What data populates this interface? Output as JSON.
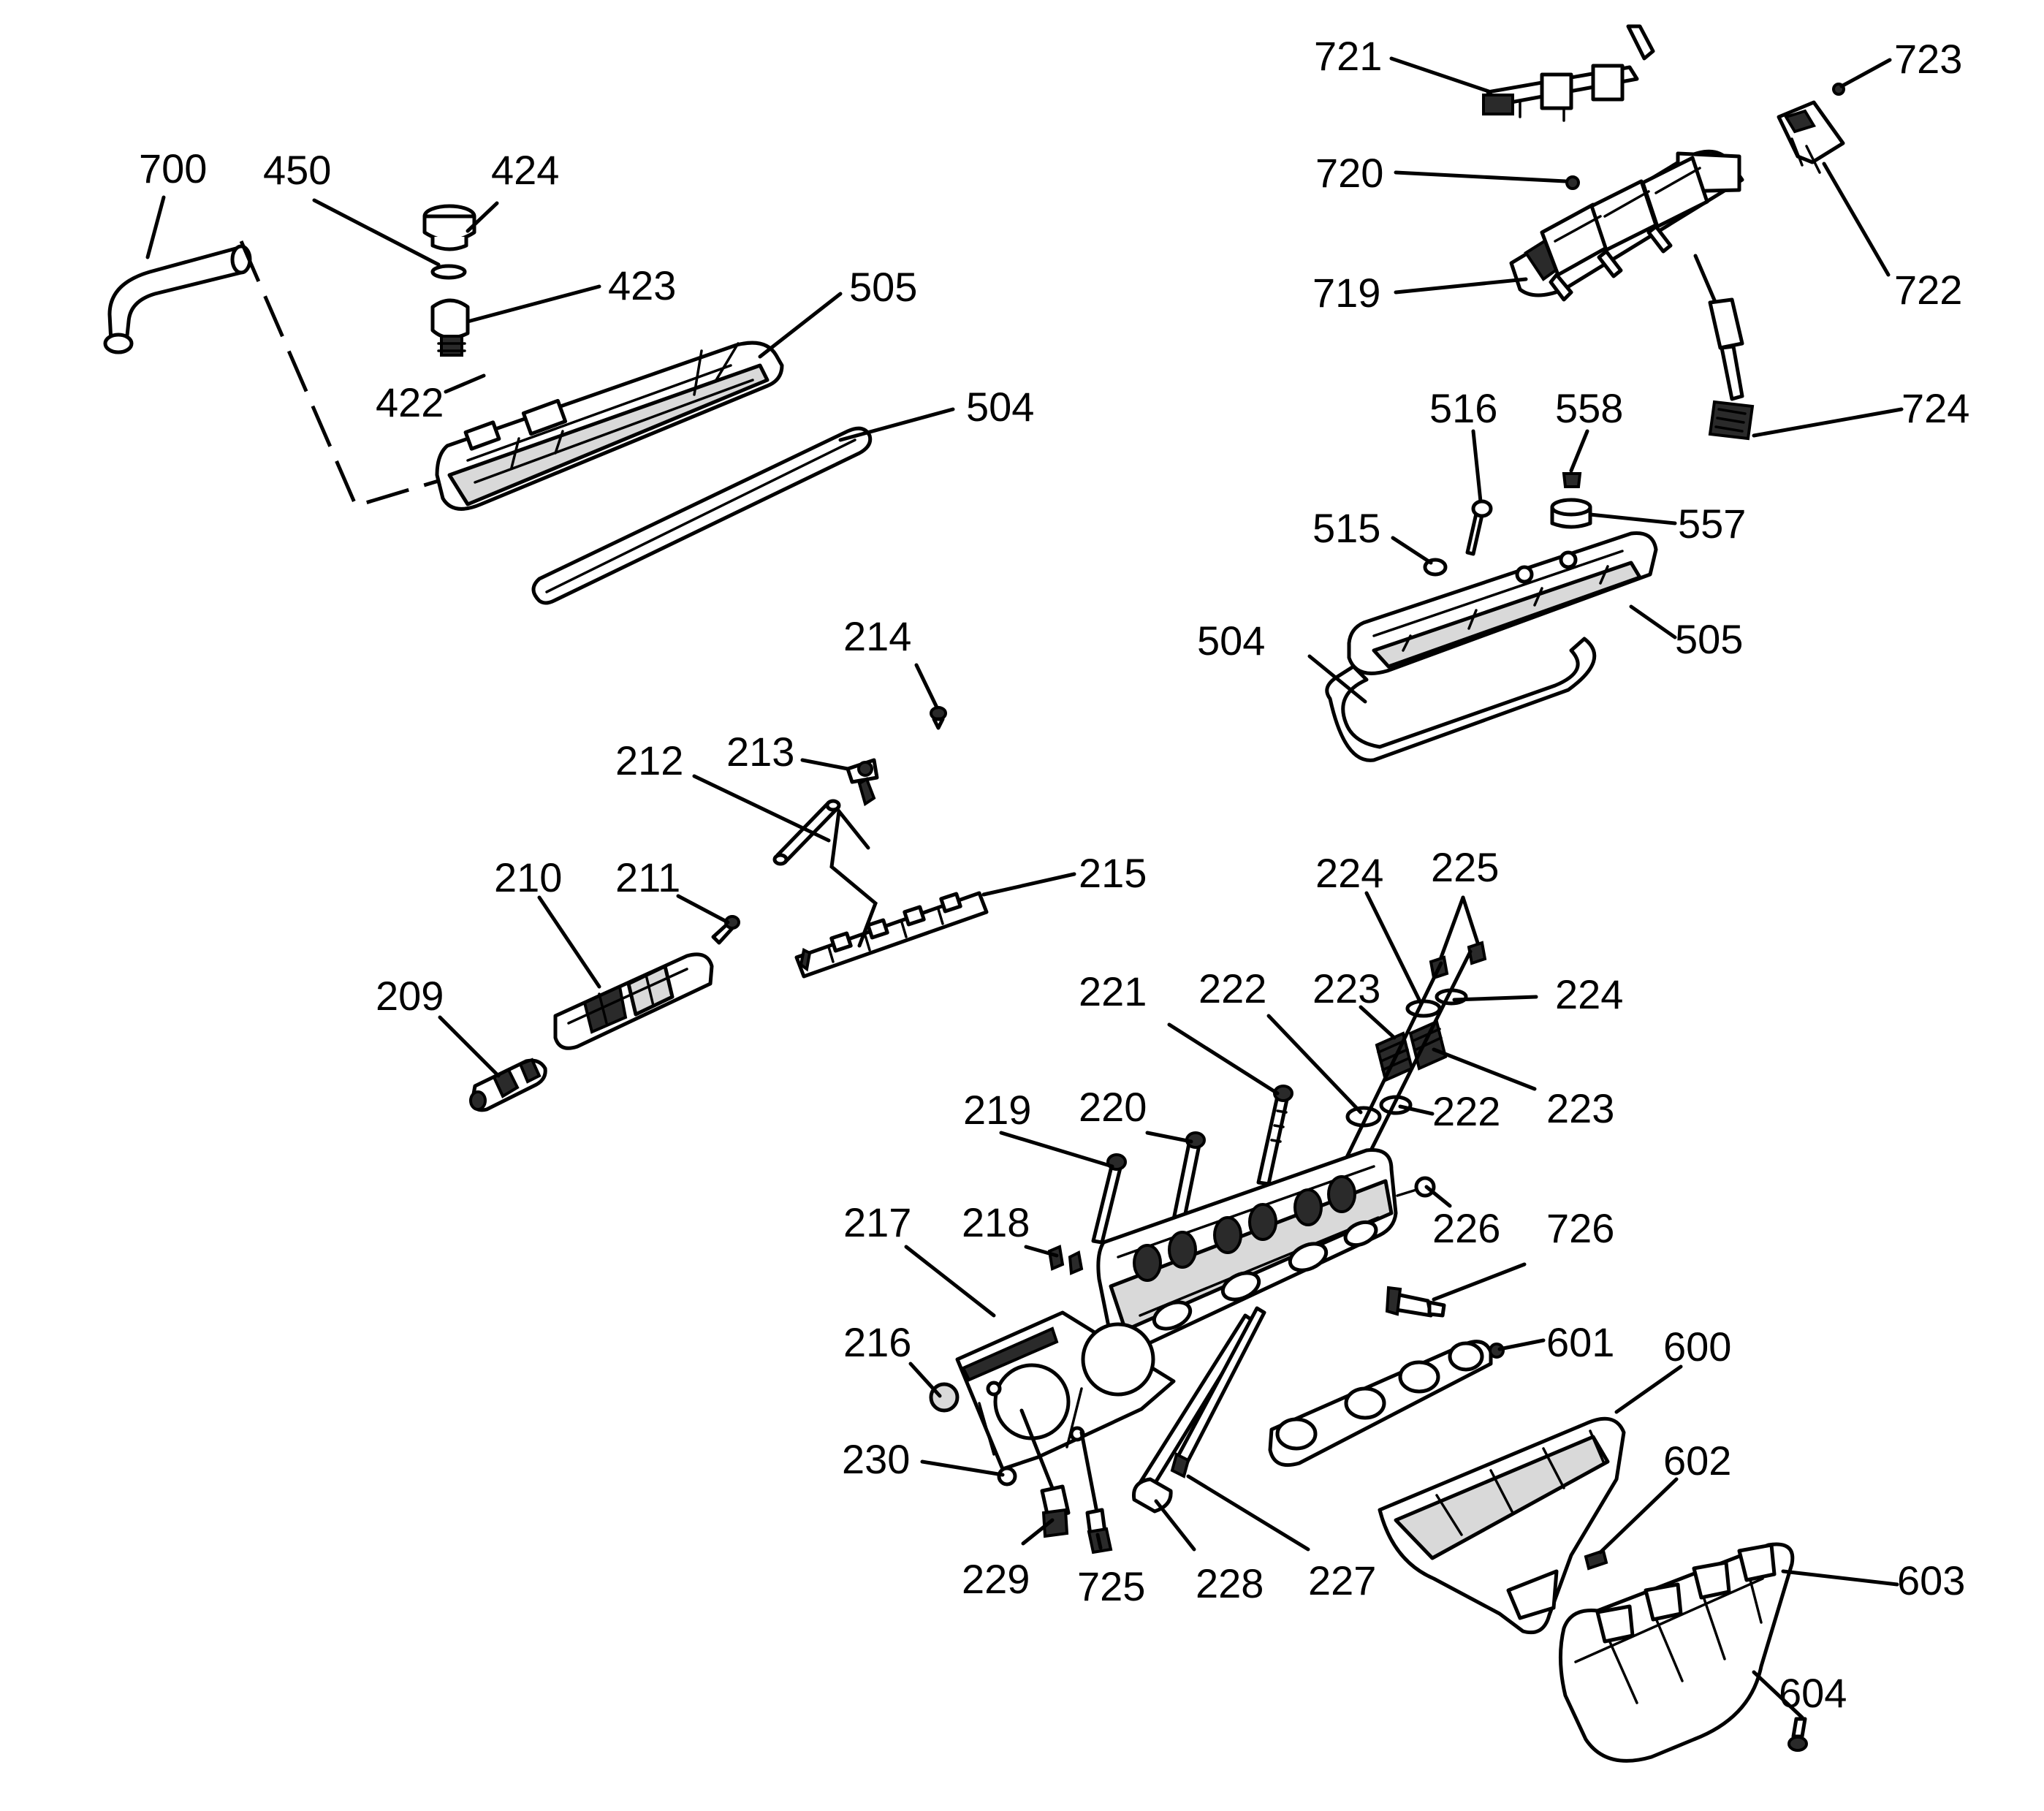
{
  "callouts": [
    {
      "id": "c700",
      "text": "700"
    },
    {
      "id": "c450",
      "text": "450"
    },
    {
      "id": "c424",
      "text": "424"
    },
    {
      "id": "c423",
      "text": "423"
    },
    {
      "id": "c422",
      "text": "422"
    },
    {
      "id": "c505a",
      "text": "505"
    },
    {
      "id": "c504a",
      "text": "504"
    },
    {
      "id": "c721",
      "text": "721"
    },
    {
      "id": "c723",
      "text": "723"
    },
    {
      "id": "c720",
      "text": "720"
    },
    {
      "id": "c719",
      "text": "719"
    },
    {
      "id": "c722",
      "text": "722"
    },
    {
      "id": "c724",
      "text": "724"
    },
    {
      "id": "c516",
      "text": "516"
    },
    {
      "id": "c558",
      "text": "558"
    },
    {
      "id": "c515",
      "text": "515"
    },
    {
      "id": "c557",
      "text": "557"
    },
    {
      "id": "c504b",
      "text": "504"
    },
    {
      "id": "c505b",
      "text": "505"
    },
    {
      "id": "c214",
      "text": "214"
    },
    {
      "id": "c213",
      "text": "213"
    },
    {
      "id": "c212",
      "text": "212"
    },
    {
      "id": "c210",
      "text": "210"
    },
    {
      "id": "c211",
      "text": "211"
    },
    {
      "id": "c215",
      "text": "215"
    },
    {
      "id": "c209",
      "text": "209"
    },
    {
      "id": "c224a",
      "text": "224"
    },
    {
      "id": "c225",
      "text": "225"
    },
    {
      "id": "c224b",
      "text": "224"
    },
    {
      "id": "c221",
      "text": "221"
    },
    {
      "id": "c222a",
      "text": "222"
    },
    {
      "id": "c223a",
      "text": "223"
    },
    {
      "id": "c223b",
      "text": "223"
    },
    {
      "id": "c222b",
      "text": "222"
    },
    {
      "id": "c219",
      "text": "219"
    },
    {
      "id": "c220",
      "text": "220"
    },
    {
      "id": "c226",
      "text": "226"
    },
    {
      "id": "c726",
      "text": "726"
    },
    {
      "id": "c217",
      "text": "217"
    },
    {
      "id": "c218",
      "text": "218"
    },
    {
      "id": "c601",
      "text": "601"
    },
    {
      "id": "c600",
      "text": "600"
    },
    {
      "id": "c216",
      "text": "216"
    },
    {
      "id": "c602",
      "text": "602"
    },
    {
      "id": "c230",
      "text": "230"
    },
    {
      "id": "c603",
      "text": "603"
    },
    {
      "id": "c229",
      "text": "229"
    },
    {
      "id": "c725",
      "text": "725"
    },
    {
      "id": "c228",
      "text": "228"
    },
    {
      "id": "c227",
      "text": "227"
    },
    {
      "id": "c604",
      "text": "604"
    }
  ]
}
